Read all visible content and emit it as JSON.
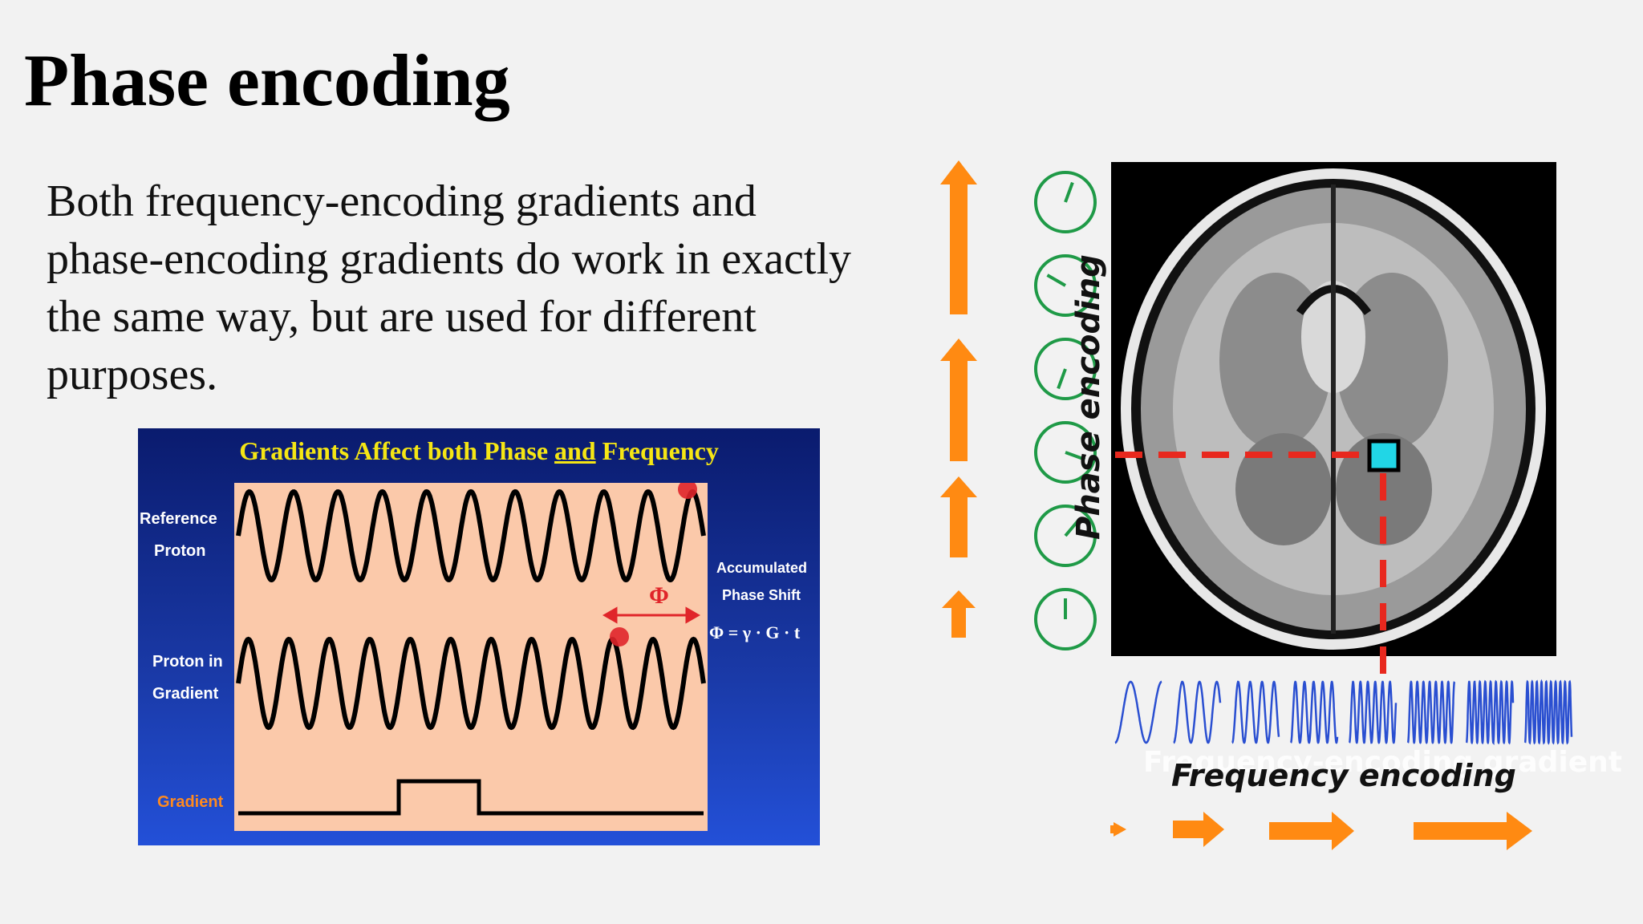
{
  "slide": {
    "title": "Phase encoding",
    "body_lines": [
      "Both frequency-encoding gradients and",
      "phase-encoding gradients do work in exactly",
      "the same way, but are used for different",
      "purposes."
    ]
  },
  "left_figure": {
    "title_part1": "Gradients Affect both Phase ",
    "title_and": "and",
    "title_part2": " Frequency",
    "label_reference_1": "Reference",
    "label_reference_2": "Proton",
    "label_proton_gradient_1": "Proton in",
    "label_proton_gradient_2": "Gradient",
    "label_gradient": "Gradient",
    "label_accumulated_1": "Accumulated",
    "label_accumulated_2": "Phase Shift",
    "phi_symbol": "Φ",
    "formula": "Φ = γ · G · t",
    "colors": {
      "title": "#f5e614",
      "panel": "#fbc9aa",
      "phase_marker": "#e0252a",
      "gradient_label": "#ff8a1f"
    }
  },
  "right_figure": {
    "phase_axis_label": "Phase encoding",
    "freq_axis_label": "Frequency encoding",
    "freq_ghost_label": "Frequency-encoding gradient",
    "colors": {
      "arrow": "#ff8a12",
      "phase_circle": "#1f9a47",
      "wave": "#2a4fd1",
      "dashed_line": "#e8281e",
      "voxel": "#21d6e6"
    }
  }
}
